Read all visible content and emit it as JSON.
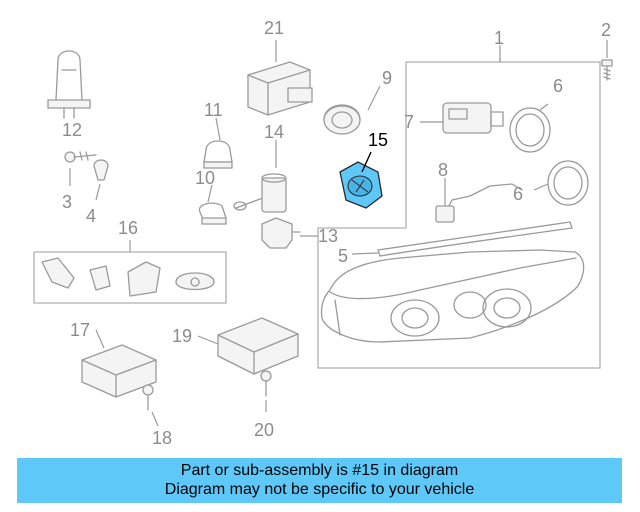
{
  "callouts": {
    "c1": "1",
    "c2": "2",
    "c3": "3",
    "c4": "4",
    "c5": "5",
    "c6a": "6",
    "c6b": "6",
    "c7": "7",
    "c8": "8",
    "c9": "9",
    "c10": "10",
    "c11": "11",
    "c12": "12",
    "c13": "13",
    "c14": "14",
    "c15": "15",
    "c16": "16",
    "c17": "17",
    "c18": "18",
    "c19": "19",
    "c20": "20",
    "c21": "21"
  },
  "highlight": {
    "part": "15",
    "color": "#5ec8f8"
  },
  "banner": {
    "line1": "Part or sub-assembly is #15 in diagram",
    "line2": "Diagram may not be specific to your vehicle",
    "color": "#5ec8f8"
  }
}
